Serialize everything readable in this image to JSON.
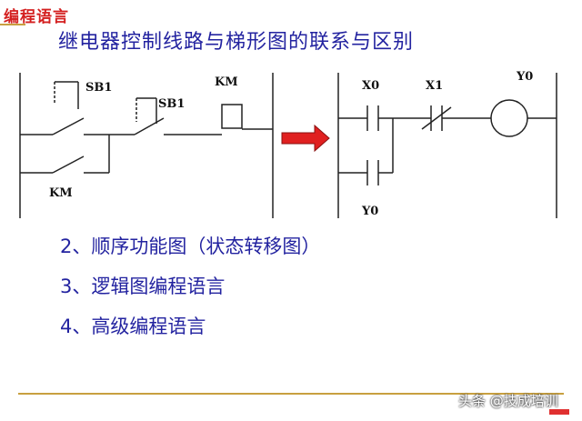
{
  "header": {
    "section_label": "编程语言",
    "title": "继电器控制线路与梯形图的联系与区别"
  },
  "relay_diagram": {
    "labels": {
      "sb1_a": "SB1",
      "sb1_b": "SB1",
      "km_coil": "KM",
      "km_contact": "KM"
    }
  },
  "ladder_diagram": {
    "labels": {
      "x0": "X0",
      "x1": "X1",
      "y0_coil": "Y0",
      "y0_contact": "Y0"
    }
  },
  "arrow": {
    "color": "#e02020"
  },
  "list": {
    "items": [
      "2、顺序功能图（状态转移图）",
      "3、逻辑图编程语言",
      "4、高级编程语言"
    ]
  },
  "watermark": {
    "text": "头条 @技成培训"
  }
}
